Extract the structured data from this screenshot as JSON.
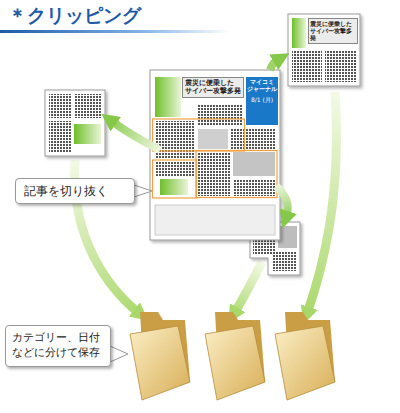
{
  "diagram": {
    "title": "＊クリッピング",
    "nodes": [
      {
        "text": [
          "震災に便乗した サイバー攻撃多発"
        ]
      },
      {
        "text": [
          "マイコミ ジャーナル",
          "8/1 (月)"
        ],
        "in": 0
      },
      {
        "text": [
          "震災に便乗した サイバー攻撃多発"
        ]
      },
      {
        "text": [
          "記事を切り抜く"
        ]
      },
      {
        "text": [
          "カテゴリー、日付 などに分けて保存"
        ]
      }
    ],
    "edges": [
      {
        "from": 0,
        "to": 2,
        "arrow": "to"
      }
    ]
  }
}
